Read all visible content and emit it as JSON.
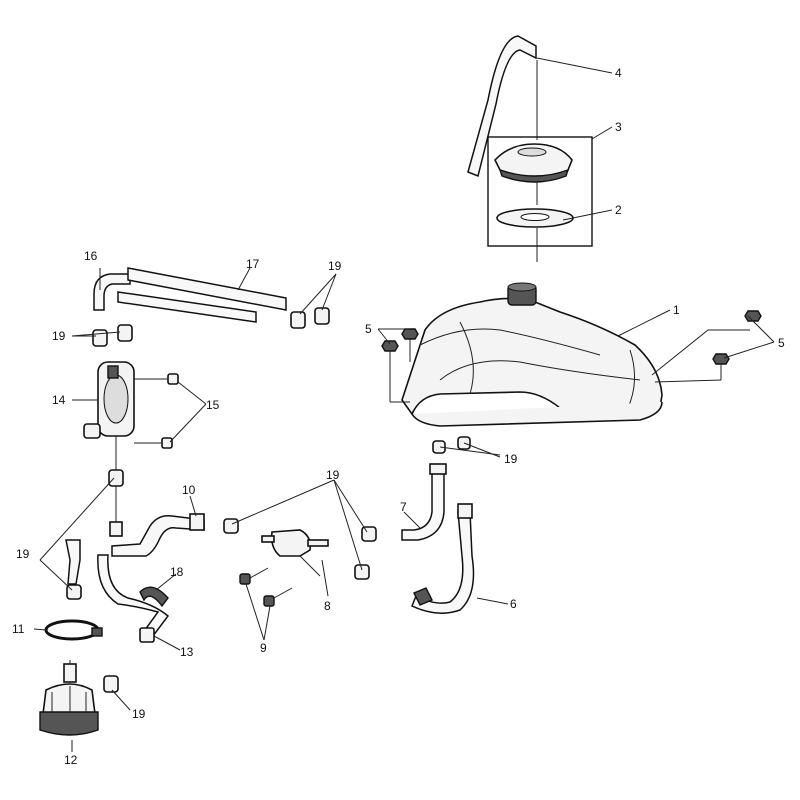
{
  "callouts": [
    {
      "id": "1",
      "text": "1"
    },
    {
      "id": "2",
      "text": "2"
    },
    {
      "id": "3",
      "text": "3"
    },
    {
      "id": "4",
      "text": "4"
    },
    {
      "id": "5a",
      "text": "5"
    },
    {
      "id": "5b",
      "text": "5"
    },
    {
      "id": "6",
      "text": "6"
    },
    {
      "id": "7",
      "text": "7"
    },
    {
      "id": "8",
      "text": "8"
    },
    {
      "id": "9",
      "text": "9"
    },
    {
      "id": "10",
      "text": "10"
    },
    {
      "id": "11",
      "text": "11"
    },
    {
      "id": "12",
      "text": "12"
    },
    {
      "id": "13",
      "text": "13"
    },
    {
      "id": "14",
      "text": "14"
    },
    {
      "id": "15",
      "text": "15"
    },
    {
      "id": "16",
      "text": "16"
    },
    {
      "id": "17",
      "text": "17"
    },
    {
      "id": "18",
      "text": "18"
    },
    {
      "id": "19a",
      "text": "19"
    },
    {
      "id": "19b",
      "text": "19"
    },
    {
      "id": "19c",
      "text": "19"
    },
    {
      "id": "19d",
      "text": "19"
    },
    {
      "id": "19e",
      "text": "19"
    },
    {
      "id": "19f",
      "text": "19"
    }
  ]
}
